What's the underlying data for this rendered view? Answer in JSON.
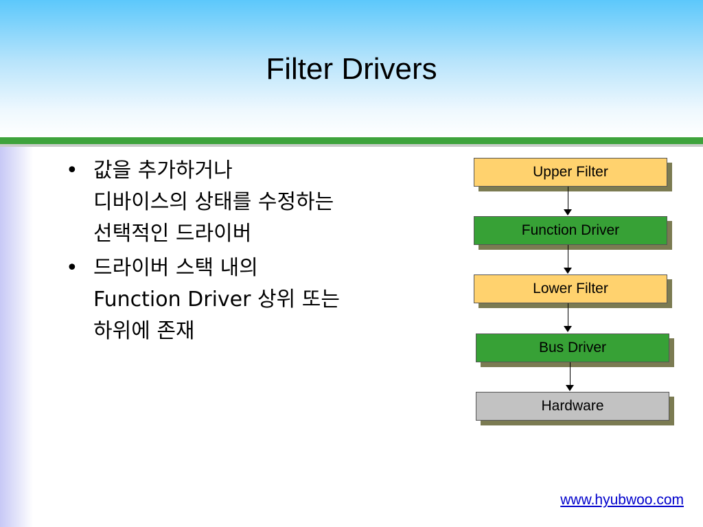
{
  "slide": {
    "title": "Filter Drivers",
    "bullets": [
      {
        "lines": [
          "값을 추가하거나",
          "디바이스의 상태를 수정하는",
          "선택적인 드라이버"
        ]
      },
      {
        "lines": [
          "드라이버 스택 내의",
          "Function Driver 상위 또는",
          "하위에 존재"
        ]
      }
    ],
    "footer_link": "www.hyubwoo.com"
  },
  "diagram": {
    "boxes": [
      {
        "label": "Upper Filter",
        "color": "#ffd26e"
      },
      {
        "label": "Function Driver",
        "color": "#37a136"
      },
      {
        "label": "Lower Filter",
        "color": "#ffd26e"
      },
      {
        "label": "Bus Driver",
        "color": "#37a136"
      },
      {
        "label": "Hardware",
        "color": "#c2c2c2"
      }
    ]
  },
  "colors": {
    "header_top": "#5cc8fb",
    "rule_green": "#3ea33c",
    "box_shadow": "#7b7b52",
    "link": "#0000cc"
  }
}
